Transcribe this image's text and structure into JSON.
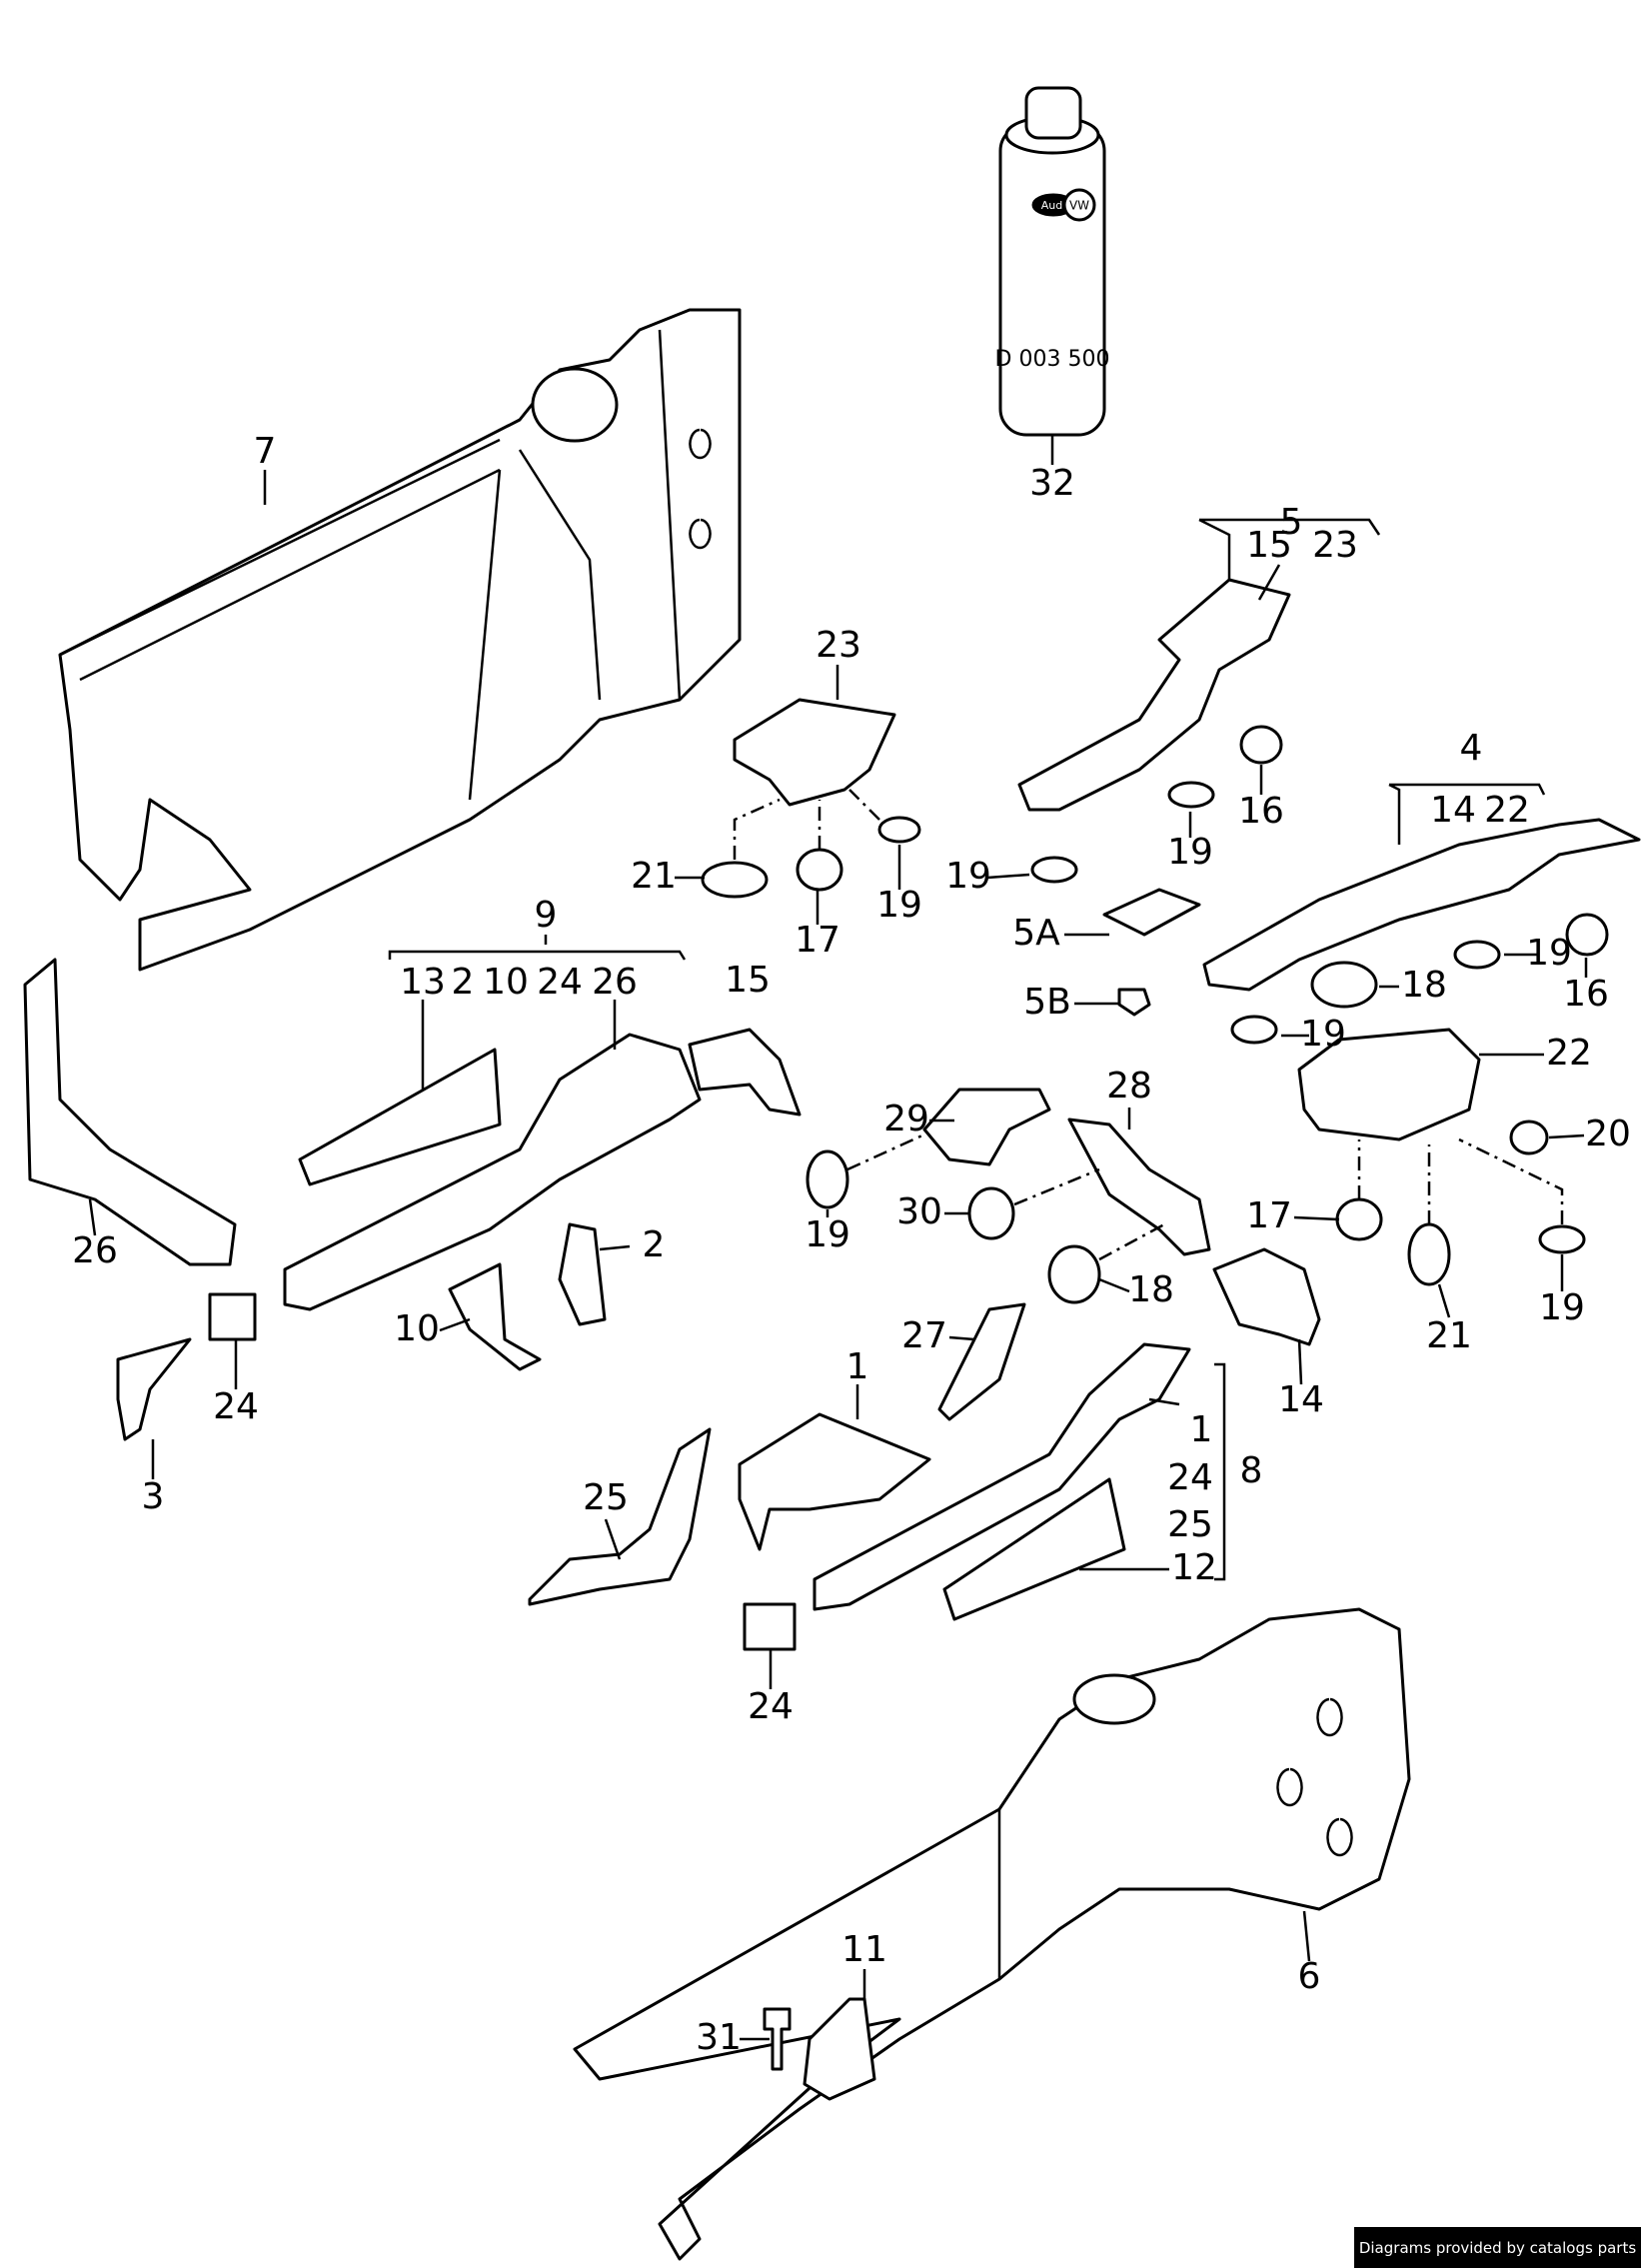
{
  "diagram": {
    "can": {
      "label_code": "D 003 500",
      "logo_left": "Audi",
      "logo_right": "VW"
    },
    "callouts": [
      "32",
      "5",
      "15",
      "23",
      "7",
      "23",
      "4",
      "14",
      "22",
      "16",
      "19",
      "21",
      "19",
      "17",
      "19",
      "5A",
      "5B",
      "9",
      "13",
      "2",
      "10",
      "24",
      "26",
      "15",
      "18",
      "19",
      "16",
      "19",
      "22",
      "29",
      "28",
      "20",
      "19",
      "30",
      "17",
      "18",
      "21",
      "19",
      "26",
      "2",
      "10",
      "24",
      "27",
      "14",
      "1",
      "1",
      "24",
      "8",
      "25",
      "12",
      "3",
      "25",
      "24",
      "11",
      "31",
      "6"
    ]
  },
  "footer": {
    "credit": "Diagrams provided by catalogs parts"
  }
}
